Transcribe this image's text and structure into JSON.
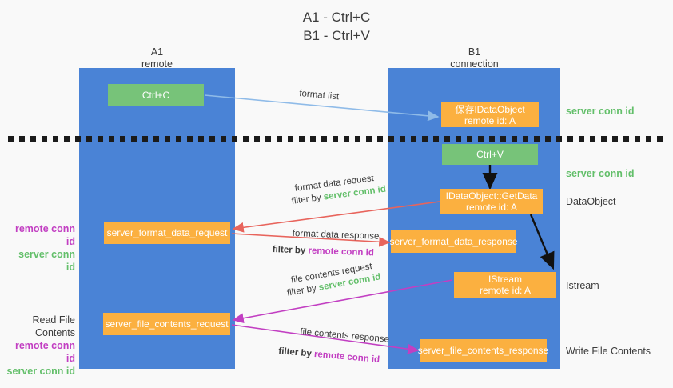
{
  "title": {
    "line1": "A1 - Ctrl+C",
    "line2": "B1 - Ctrl+V"
  },
  "columns": [
    {
      "name": "A1",
      "sub": "remote"
    },
    {
      "name": "B1",
      "sub": "connection"
    }
  ],
  "colors": {
    "lane": "#4a83d6",
    "green_box": "#77c379",
    "orange_box": "#fbb040",
    "background": "#f9f9f9",
    "remote_conn_id": "#c23fc2",
    "server_conn_id": "#63bf6a",
    "arrow_format_list": "#8fbbe8",
    "arrow_format_data": "#e8645c",
    "arrow_file_contents": "#c23fc2",
    "arrow_internal": "#111111",
    "divider": "#1b1b1b"
  },
  "boxes": {
    "ctrl_c": "Ctrl+C",
    "ctrl_v": "Ctrl+V",
    "idataobject": {
      "line1": "保存IDataObject",
      "line2": "remote id: A"
    },
    "getdata": {
      "line1": "IDataObject::GetData",
      "line2": "remote id: A"
    },
    "istream": {
      "line1": "IStream",
      "line2": "remote id: A"
    },
    "server_format_data_request": "server_format_data_request",
    "server_format_data_response": "server_format_data_response",
    "server_file_contents_request": "server_file_contents_request",
    "server_file_contents_response": "server_file_contents_response"
  },
  "edge_labels": {
    "format_list": "format list",
    "format_data_request": "format data request",
    "format_data_request_filter_prefix": "filter by ",
    "format_data_request_filter_value": "server conn id",
    "format_data_response": "format data response",
    "format_data_response_filter_prefix": "filter by ",
    "format_data_response_filter_value": "remote conn id",
    "file_contents_request": "file contents request",
    "file_contents_request_filter_prefix": "filter by ",
    "file_contents_request_filter_value": "server conn id",
    "file_contents_response": "file contents response",
    "file_contents_response_filter_prefix": "filter by ",
    "file_contents_response_filter_value": "remote conn id"
  },
  "right_annotations": {
    "server_conn_id_top": "server conn id",
    "server_conn_id_mid": "server conn id",
    "dataobject": "DataObject",
    "istream": "Istream",
    "write_file_contents": "Write File Contents"
  },
  "left_annotations": {
    "format_remote": "remote conn id",
    "format_server": "server conn id",
    "read_file_contents": "Read File Contents",
    "file_remote": "remote conn id",
    "file_server": "server conn id"
  }
}
